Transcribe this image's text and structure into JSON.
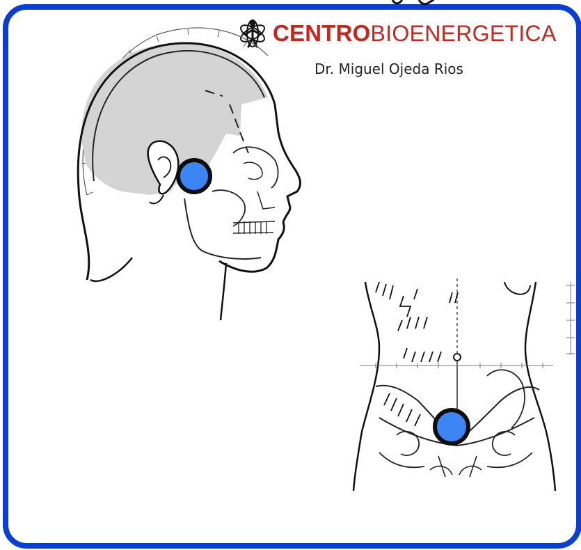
{
  "brand": {
    "name_bold": "CENTRO",
    "name_regular": "BIOENERGETICA",
    "logo_icon": "human-figure-logo-icon"
  },
  "doctor": {
    "name": "Dr. Miguel Ojeda Rios"
  },
  "illustrations": [
    {
      "name": "skull-head-profile-illustration",
      "marker": "acupoint-marker-head"
    },
    {
      "name": "abdomen-pelvis-illustration",
      "marker": "acupoint-marker-abdomen"
    }
  ],
  "colors": {
    "frame_border": "#0a3fd6",
    "brand_red": "#c7261c",
    "marker_fill": "#3b85f5",
    "marker_border": "#0d0d0d"
  }
}
